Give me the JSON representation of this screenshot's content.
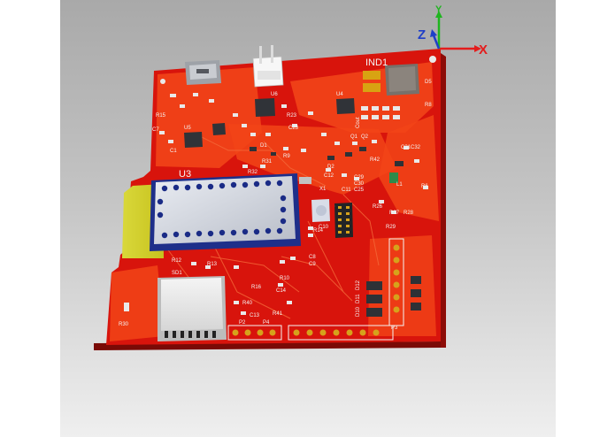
{
  "viewport": {
    "background_top": "#a9a9a9",
    "background_bottom": "#efefef"
  },
  "board": {
    "board_color": "#d8140c",
    "copper_color": "#f24418",
    "silk_color": "#f4f4f4",
    "labels": {
      "ind1": "IND1",
      "u3": "U3",
      "x1": "X1",
      "p2": "P2",
      "p3": "P3",
      "p4": "P4",
      "r30": "R30",
      "r16": "R16",
      "r10": "R10",
      "r14": "R14",
      "r12": "R12",
      "r13": "R13",
      "r41": "R41",
      "r40": "R40",
      "r42": "R42",
      "r29": "R29",
      "r27": "R27",
      "r26": "R26",
      "r28": "R28",
      "r32": "R32",
      "r31": "R31",
      "r15": "R15",
      "r8": "R8",
      "r9": "R9",
      "r6": "R6",
      "r23": "R23",
      "c1": "C1",
      "c7": "C7",
      "c8": "C8",
      "c9": "C9",
      "c10": "C10",
      "c11": "C11",
      "c12": "C12",
      "c13": "C13",
      "c14": "C14",
      "c23": "C23",
      "c25": "C25",
      "c29": "C29",
      "c30": "C30",
      "c31": "C31",
      "c32": "C32",
      "d1": "D1",
      "d2": "D2",
      "d5": "D5",
      "d10": "D10",
      "d11": "D11",
      "d12": "D12",
      "q1": "Q1",
      "q2": "Q2",
      "u4": "U4",
      "u5": "U5",
      "u6": "U6",
      "l1": "L1",
      "cout": "Cout",
      "sd1": "SD1"
    }
  },
  "axes": {
    "x_label": "X",
    "y_label": "Y",
    "z_label": "Z",
    "x_color": "#e41c1c",
    "y_color": "#1fb51f",
    "z_color": "#1f3fc8"
  }
}
